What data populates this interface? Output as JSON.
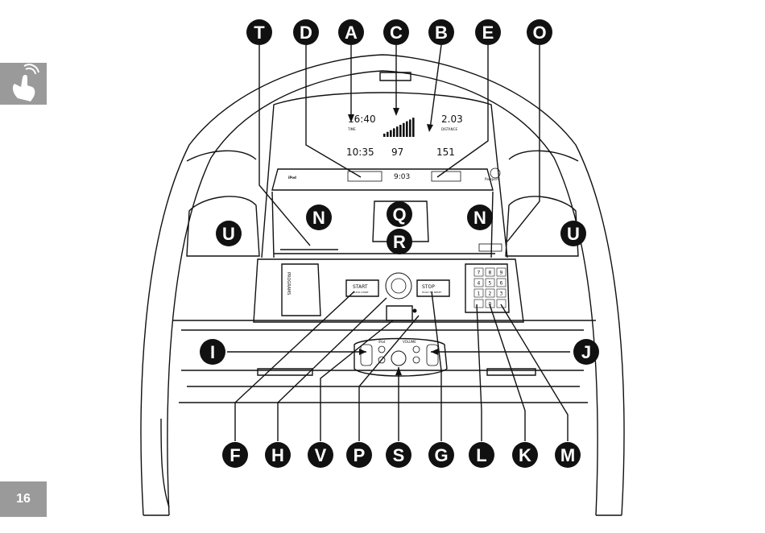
{
  "page": {
    "number": "16",
    "tab_icon": "hand-touch-icon"
  },
  "colors": {
    "callout_fill": "#111111",
    "callout_text": "#ffffff",
    "line": "#111111",
    "tab": "#9a9a9a"
  },
  "display": {
    "time_value": "16:40",
    "time_label": "TIME",
    "distance_value": "2.03",
    "distance_label": "DISTANCE",
    "pace_value": "10:35",
    "calories_value": "97",
    "heart_rate_value": "151",
    "center_value": "9:03",
    "ipod_brand": "iPod",
    "passport_brand": "Passport"
  },
  "console": {
    "start_label": "START",
    "start_sub": "QUICK START",
    "stop_label": "STOP",
    "stop_sub": "HOLD TO RESET",
    "programs_label": "PROGRAMS",
    "keypad": [
      "7",
      "8",
      "9",
      "4",
      "5",
      "6",
      "1",
      "2",
      "3",
      "",
      "0",
      ""
    ],
    "ipod_label": "iPod",
    "volume_label": "VOLUME"
  },
  "callouts_top": [
    "T",
    "D",
    "A",
    "C",
    "B",
    "E",
    "O"
  ],
  "callouts_mid": [
    "N",
    "Q",
    "R",
    "N",
    "U",
    "U"
  ],
  "callouts_side": [
    "I",
    "J"
  ],
  "callouts_bottom": [
    "F",
    "H",
    "V",
    "P",
    "S",
    "G",
    "L",
    "K",
    "M"
  ]
}
